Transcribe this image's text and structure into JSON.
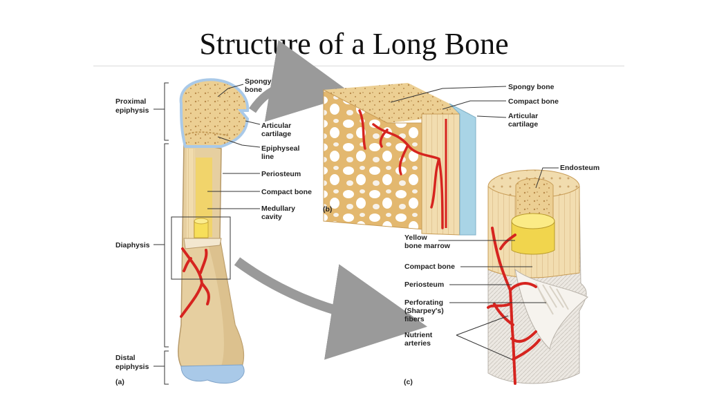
{
  "title": "Structure of a Long Bone",
  "panel_a": {
    "panel_label": "(a)",
    "regions": {
      "proximal": [
        "Proximal",
        "epiphysis"
      ],
      "diaphysis": "Diaphysis",
      "distal": [
        "Distal",
        "epiphysis"
      ]
    },
    "labels": {
      "spongy": [
        "Spongy",
        "bone"
      ],
      "articular": [
        "Articular",
        "cartilage"
      ],
      "epiphyseal": [
        "Epiphyseal",
        "line"
      ],
      "periosteum": "Periosteum",
      "compact": "Compact bone",
      "medullary": [
        "Medullary",
        "cavity"
      ]
    }
  },
  "panel_b": {
    "panel_label": "(b)",
    "labels": {
      "spongy": "Spongy bone",
      "compact": "Compact bone",
      "articular": [
        "Articular",
        "cartilage"
      ]
    }
  },
  "panel_c": {
    "panel_label": "(c)",
    "labels": {
      "endosteum": "Endosteum",
      "yellow_marrow": [
        "Yellow",
        "bone marrow"
      ],
      "compact": "Compact bone",
      "periosteum": "Periosteum",
      "perforating": [
        "Perforating",
        "(Sharpey's)",
        "fibers"
      ],
      "nutrient": [
        "Nutrient",
        "arteries"
      ]
    }
  },
  "colors": {
    "bone_shaft": "#e8d2a6",
    "spongy_bone": "#edcf8e",
    "marrow_yellow": "#f4da5e",
    "cartilage_blue": "#a9c9e8",
    "artery_red": "#d6241f",
    "arrow_gray": "#9a9a9a"
  }
}
